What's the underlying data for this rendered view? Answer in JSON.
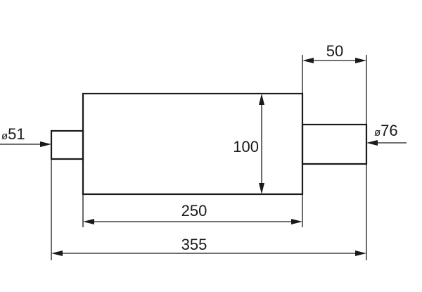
{
  "drawing": {
    "dimensions": {
      "inlet_diameter": {
        "symbol": "ø",
        "value": "51"
      },
      "outlet_diameter": {
        "symbol": "ø",
        "value": "76"
      },
      "outlet_length": "50",
      "body_height": "100",
      "body_length": "250",
      "overall_length": "355"
    }
  }
}
